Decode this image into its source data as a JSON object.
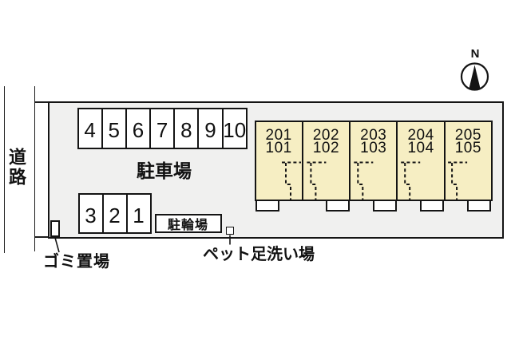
{
  "compass": {
    "label": "N"
  },
  "road": {
    "label": "道路"
  },
  "parking": {
    "area_label": "駐車場",
    "row_top": {
      "spaces": [
        "4",
        "5",
        "6",
        "7",
        "8",
        "9",
        "10"
      ]
    },
    "row_bottom": {
      "spaces": [
        "3",
        "2",
        "1"
      ]
    },
    "bicycle_label": "駐輪場"
  },
  "building": {
    "units": [
      {
        "upper": "201",
        "lower": "101"
      },
      {
        "upper": "202",
        "lower": "102"
      },
      {
        "upper": "203",
        "lower": "103"
      },
      {
        "upper": "204",
        "lower": "104"
      },
      {
        "upper": "205",
        "lower": "105"
      }
    ]
  },
  "labels": {
    "garbage": "ゴミ置場",
    "pet_wash": "ペット足洗い場"
  },
  "colors": {
    "unit_fill": "#f6eec3",
    "site_fill": "#f0f0ef",
    "line": "#141414"
  }
}
